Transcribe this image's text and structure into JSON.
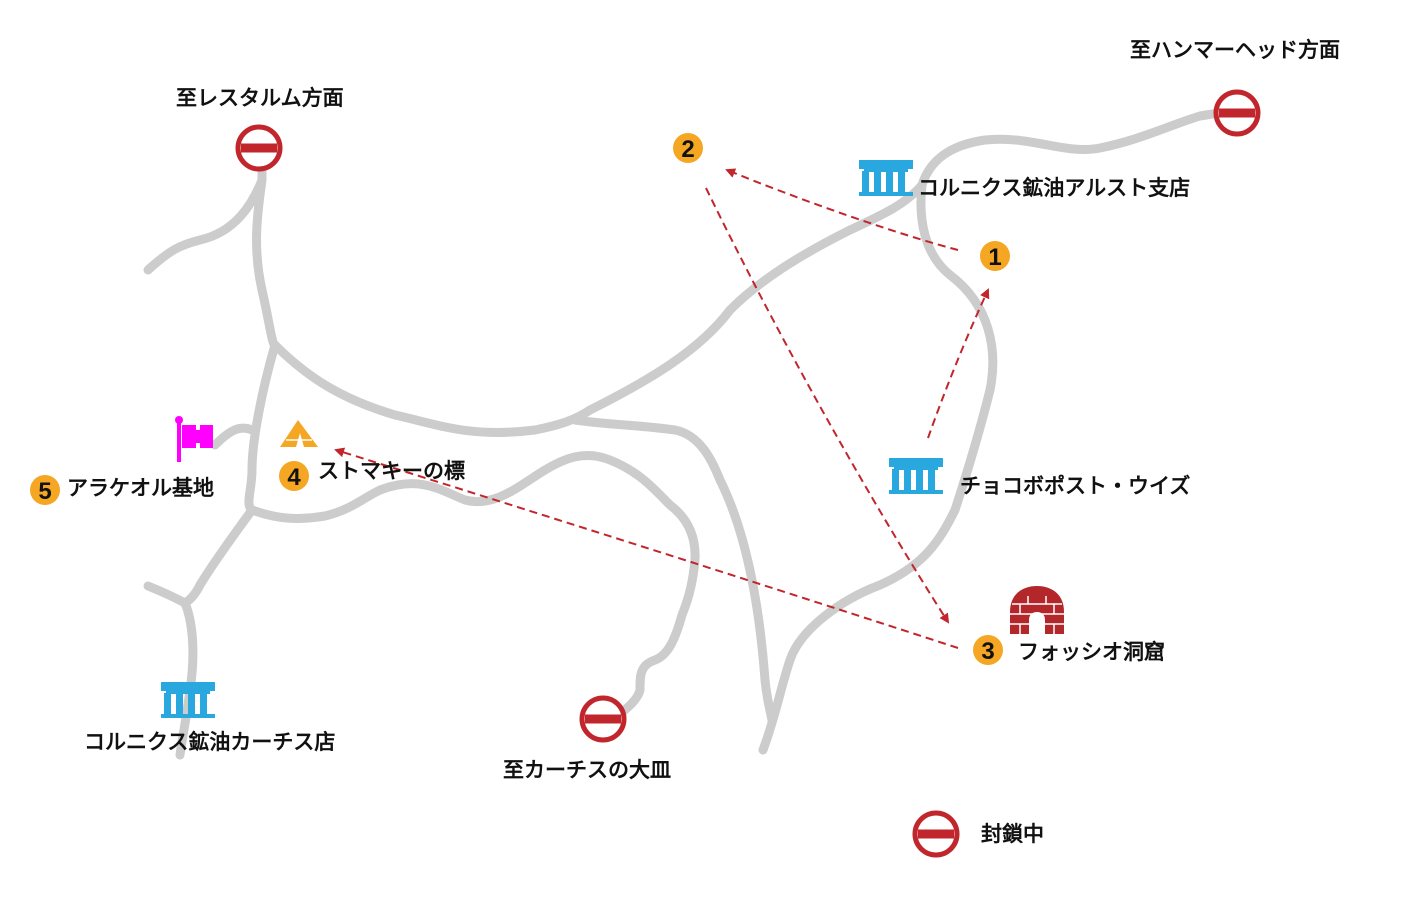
{
  "colors": {
    "road": "#cccccc",
    "route_arrow": "#c0262c",
    "closed_sign": "#c0262c",
    "step_badge": "#f5a623",
    "shop_icon": "#29a8e0",
    "flag_icon": "#ff00ff",
    "tent_icon": "#f5a623",
    "cave_icon": "#b3262a"
  },
  "places": {
    "to_restalm": "至レスタルム方面",
    "to_hammerhead": "至ハンマーヘッド方面",
    "to_cartanica": "至カーチスの大皿",
    "coernix_alstor": "コルニクス鉱油アルスト支店",
    "coernix_cartanica": "コルニクス鉱油カーチス店",
    "chocobo_post": "チョコボポスト・ウイズ",
    "fociaugh_cave": "フォッシオ洞窟",
    "smokey_sign": "ストマキーの標",
    "arachne_base": "アラケオル基地"
  },
  "steps": [
    "1",
    "2",
    "3",
    "4",
    "5"
  ],
  "legend": {
    "closed_label": "封鎖中",
    "closed_icon": "closed-road-sign-icon"
  },
  "icons": {
    "shop": "gas-station-icon",
    "flag": "flag-icon",
    "tent": "tent-icon",
    "cave": "cave-icon"
  }
}
